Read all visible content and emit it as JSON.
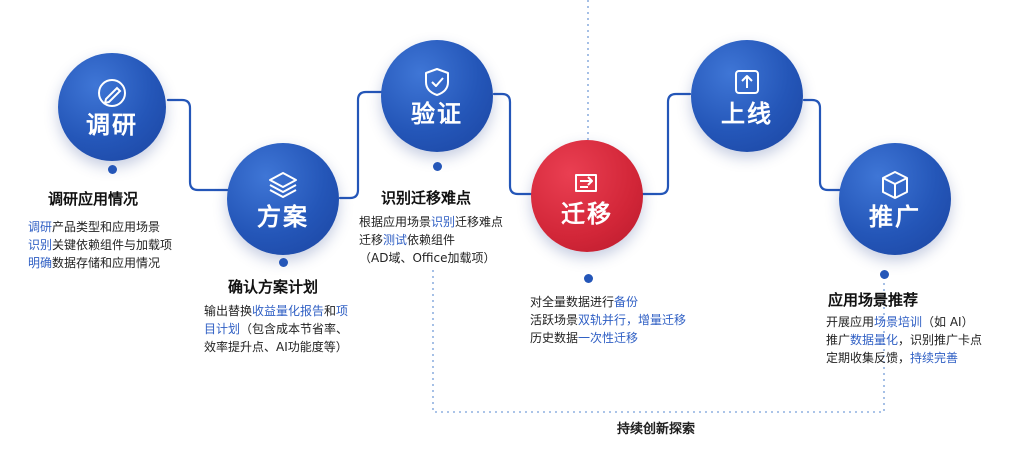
{
  "steps": {
    "research": {
      "label": "调研",
      "icon": "pencil-ring-icon"
    },
    "plan": {
      "label": "方案",
      "icon": "stack-layers-icon"
    },
    "verify": {
      "label": "验证",
      "icon": "shield-check-icon"
    },
    "migrate": {
      "label": "迁移",
      "icon": "transfer-box-icon"
    },
    "launch": {
      "label": "上线",
      "icon": "arrow-up-box-icon"
    },
    "promote": {
      "label": "推广",
      "icon": "cube-icon"
    }
  },
  "cards": {
    "research": {
      "title": "调研应用情况",
      "lines": [
        {
          "hl": "调研",
          "rest": "产品类型和应用场景"
        },
        {
          "hl": "识别",
          "rest": "关键依赖组件与加载项"
        },
        {
          "hl": "明确",
          "rest": "数据存储和应用情况"
        }
      ]
    },
    "plan": {
      "title": "确认方案计划",
      "l1a": "输出替换",
      "l1hl": "收益量化报告",
      "l1b": "和",
      "l1hl2": "项",
      "l2hl": "目计划",
      "l2b": "（包含成本节省率、",
      "l3": "效率提升点、AI功能度等）"
    },
    "verify": {
      "title": "识别迁移难点",
      "l1a": "根据应用场景",
      "l1hl": "识别",
      "l1b": "迁移难点",
      "l2a": "迁移",
      "l2hl": "测试",
      "l2b": "依赖组件",
      "l3": "（AD域、Office加载项）"
    },
    "migrate": {
      "l1a": "对全量数据进行",
      "l1hl": "备份",
      "l2a": "活跃场景",
      "l2hl": "双轨并行，增量迁移",
      "l3a": "历史数据",
      "l3hl": "一次性迁移"
    },
    "promote": {
      "title": "应用场景推荐",
      "l1a": "开展应用",
      "l1hl": "场景培训",
      "l1b": "（如 AI）",
      "l2a": "推广",
      "l2hl": "数据量化",
      "l2b": "，识别推广卡点",
      "l3a": "定期收集反馈，",
      "l3hl": "持续完善"
    }
  },
  "loop_label": "持续创新探索",
  "colors": {
    "blue": "#2456b8",
    "red": "#d22638",
    "highlight": "#2f5fc4",
    "connector": "#2456b8",
    "dash": "#8fb0e0"
  }
}
